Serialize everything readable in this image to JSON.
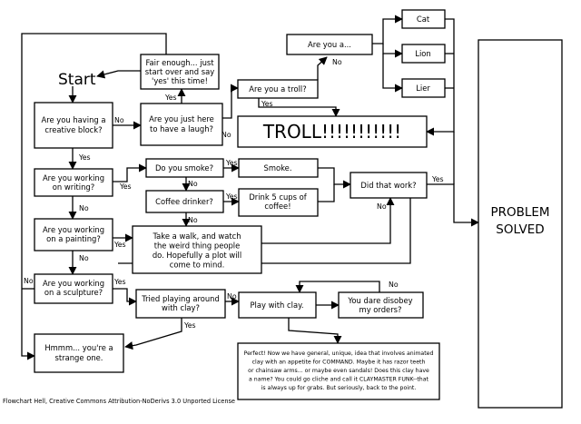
{
  "start": "Start",
  "nodes": {
    "creative_block": [
      "Are you having a",
      "creative block?"
    ],
    "fair_enough": [
      "Fair enough... just",
      "start over and say",
      "'yes' this time!"
    ],
    "just_here": [
      "Are you just here",
      "to have a laugh?"
    ],
    "are_you_a": [
      "Are you a..."
    ],
    "cat": [
      "Cat"
    ],
    "lion": [
      "Lion"
    ],
    "lier": [
      "Lier"
    ],
    "troll_q": [
      "Are you a troll?"
    ],
    "troll": [
      "TROLL!!!!!!!!!!!"
    ],
    "problem_solved": [
      "PROBLEM",
      "SOLVED"
    ],
    "writing": [
      "Are you working",
      "on writing?"
    ],
    "smoke_q": [
      "Do you smoke?"
    ],
    "smoke": [
      "Smoke."
    ],
    "coffee_q": [
      "Coffee drinker?"
    ],
    "drink": [
      "Drink 5 cups of",
      "coffee!"
    ],
    "did_that_work": [
      "Did that work?"
    ],
    "painting": [
      "Are you working",
      "on a painting?"
    ],
    "walk": [
      "Take a walk, and watch",
      "the weird thing people",
      "do. Hopefully a plot will",
      "come to mind."
    ],
    "sculpture": [
      "Are you working",
      "on a sculpture?"
    ],
    "tried_clay": [
      "Tried playing around",
      "with clay?"
    ],
    "play_clay": [
      "Play with clay."
    ],
    "disobey": [
      "You dare disobey",
      "my orders?"
    ],
    "strange": [
      "Hmmm... you're a",
      "strange one."
    ],
    "perfect": [
      "Perfect! Now we have general, unique, idea that involves animated",
      "clay with an appetite for COMMAND. Maybe it has razor teeth",
      "or chainsaw arms... or maybe even sandals! Does this clay have",
      "a name? You could go cliche and call it CLAYMASTER FUNK--that",
      "is always up for grabs. But seriously, back to the point."
    ]
  },
  "labels": {
    "yes": "Yes",
    "no": "No"
  },
  "credit": "Flowchart Hell, Creative Commons Attribution-NoDerivs 3.0 Unported License"
}
